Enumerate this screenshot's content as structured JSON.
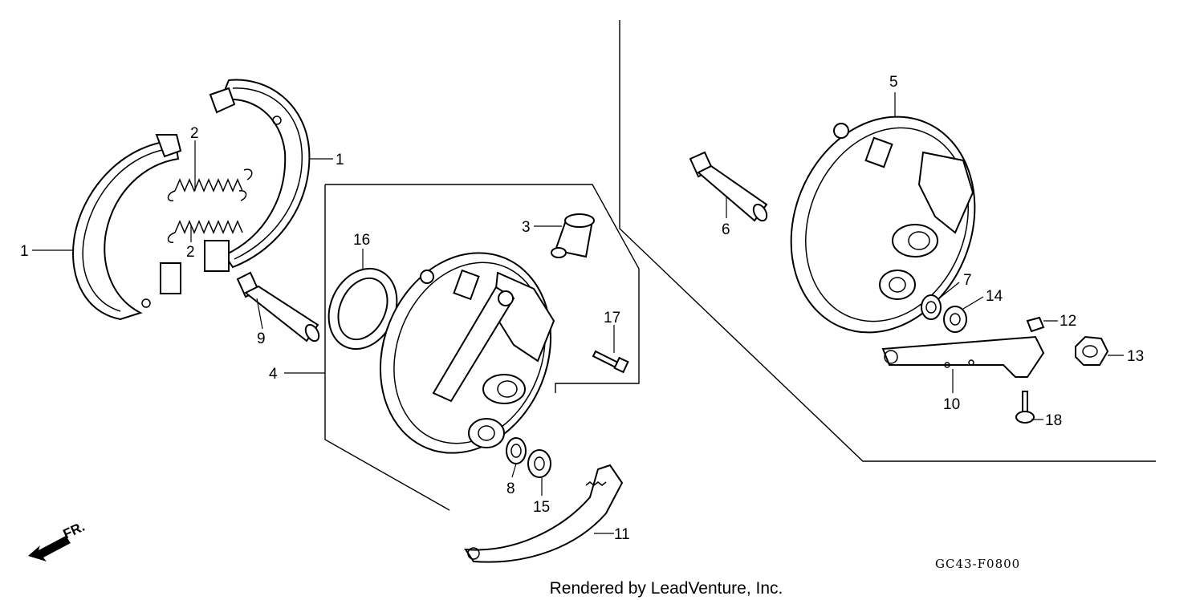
{
  "callouts": [
    {
      "id": "c1a",
      "text": "1"
    },
    {
      "id": "c1b",
      "text": "1"
    },
    {
      "id": "c2a",
      "text": "2"
    },
    {
      "id": "c2b",
      "text": "2"
    },
    {
      "id": "c3",
      "text": "3"
    },
    {
      "id": "c4",
      "text": "4"
    },
    {
      "id": "c5",
      "text": "5"
    },
    {
      "id": "c6",
      "text": "6"
    },
    {
      "id": "c7",
      "text": "7"
    },
    {
      "id": "c8",
      "text": "8"
    },
    {
      "id": "c9",
      "text": "9"
    },
    {
      "id": "c10",
      "text": "10"
    },
    {
      "id": "c11",
      "text": "11"
    },
    {
      "id": "c12",
      "text": "12"
    },
    {
      "id": "c13",
      "text": "13"
    },
    {
      "id": "c14",
      "text": "14"
    },
    {
      "id": "c15",
      "text": "15"
    },
    {
      "id": "c16",
      "text": "16"
    },
    {
      "id": "c17",
      "text": "17"
    },
    {
      "id": "c18",
      "text": "18"
    }
  ],
  "direction_label": "FR.",
  "diagram_code": "GC43-F0800",
  "credit": "Rendered by LeadVenture, Inc."
}
